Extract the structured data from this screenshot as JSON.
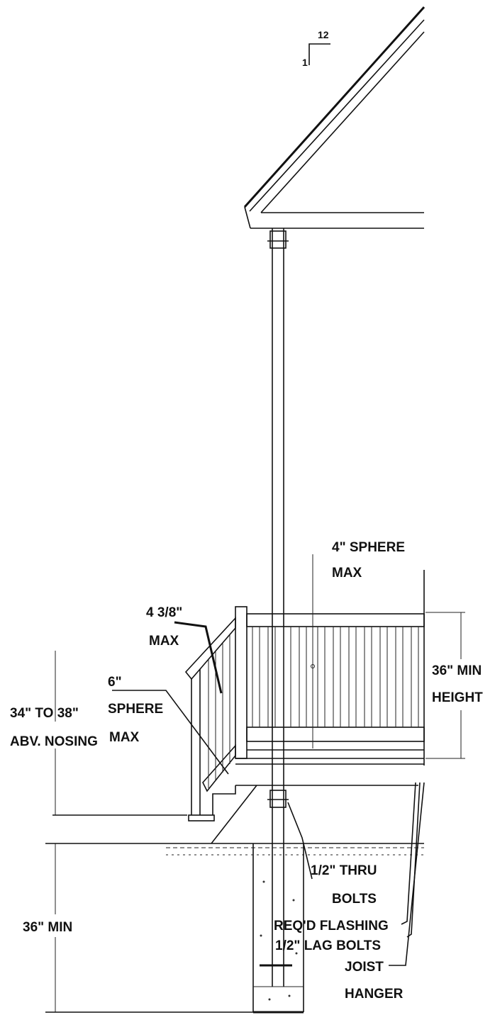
{
  "slope": {
    "rise": "1",
    "run": "12"
  },
  "labels": {
    "sphere4_l1": "4\" SPHERE",
    "sphere4_l2": "MAX",
    "gap_l1": "4 3/8\"",
    "gap_l2": "MAX",
    "min36_l1": "36\" MIN",
    "min36_l2": "HEIGHT",
    "sphere6_l1": "6\"",
    "sphere6_l2": "SPHERE",
    "sphere6_l3": "MAX",
    "rail_l1": "34\" TO 38\"",
    "rail_l2": "ABV. NOSING",
    "footing": "36\" MIN",
    "bolts_l1": "1/2\" THRU",
    "bolts_l2": "BOLTS",
    "flashing": "REQ'D FLASHING",
    "lag": "1/2\" LAG BOLTS",
    "joist_l1": "JOIST",
    "joist_l2": "HANGER"
  },
  "colors": {
    "ink": "#111111",
    "paper": "#ffffff"
  }
}
